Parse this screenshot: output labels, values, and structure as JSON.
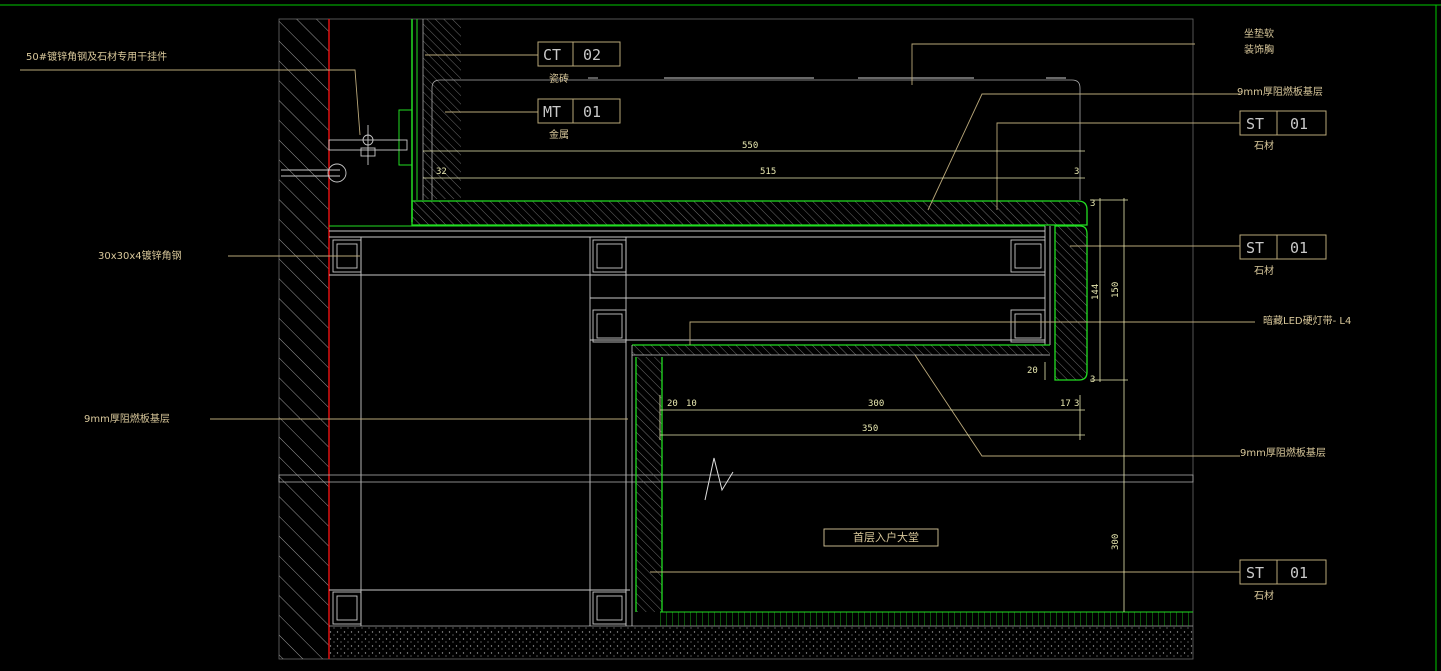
{
  "colors": {
    "background": "#000000",
    "frame": "#00c800",
    "structure": "#c8c8c8",
    "green_line": "#22dd22",
    "leader": "#b9a779",
    "red_axis": "#e01010",
    "dim": "#e8e8b0",
    "label": "#d8c79a"
  },
  "labels": {
    "angle_hanger": "50#镀锌角钢及石材专用干挂件",
    "angle_steel": "30x30x4镀锌角钢",
    "board_left": "9mm厚阻燃板基层",
    "board_top_right": "9mm厚阻燃板基层",
    "board_bottom_right": "9mm厚阻燃板基层",
    "wallpaper_line1": "坐垫软",
    "wallpaper_line2": "装饰胸",
    "led": "暗藏LED硬灯带- L4",
    "room": "首层入户大堂"
  },
  "tags": {
    "ct02": {
      "code": "CT",
      "num": "02",
      "desc": "瓷砖"
    },
    "mt01": {
      "code": "MT",
      "num": "01",
      "desc": "金属"
    },
    "st01_a": {
      "code": "ST",
      "num": "01",
      "desc": "石材"
    },
    "st01_b": {
      "code": "ST",
      "num": "01",
      "desc": "石材"
    },
    "st01_c": {
      "code": "ST",
      "num": "01",
      "desc": "石材"
    }
  },
  "dims": {
    "d550": "550",
    "d515": "515",
    "d32": "32",
    "d3a": "3",
    "d144": "144",
    "d150": "150",
    "d3b": "3",
    "d3c": "3",
    "d20v": "20",
    "d20": "20",
    "d10": "10",
    "d300": "300",
    "d17": "17",
    "d3d": "3",
    "d350": "350",
    "d300v": "300"
  }
}
